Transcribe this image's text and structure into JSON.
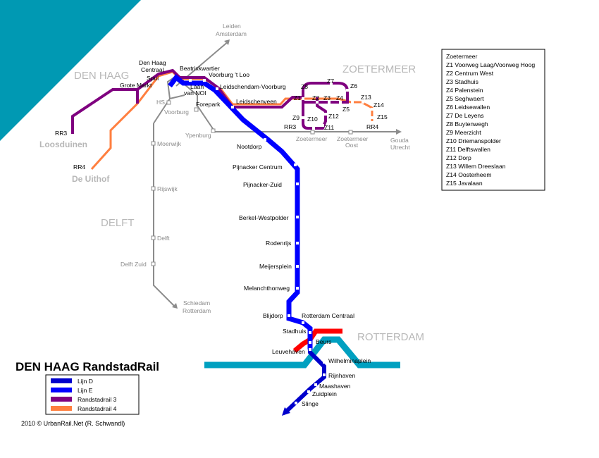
{
  "title": "DEN HAAG RandstadRail",
  "credit": "2010 © UrbanRail.Net (R. Schwandl)",
  "cities": {
    "den_haag": "DEN HAAG",
    "zoetermeer": "ZOETERMEER",
    "delft": "DELFT",
    "rotterdam": "ROTTERDAM"
  },
  "places": {
    "loosduinen": "Loosduinen",
    "de_uithof": "De Uithof"
  },
  "legend": [
    {
      "label": "Lijn D",
      "color": "#0000cc"
    },
    {
      "label": "Lijn E",
      "color": "#0000ff"
    },
    {
      "label": "Randstadrail 3",
      "color": "#7f007f"
    },
    {
      "label": "Randstadrail 4",
      "color": "#ff7f3f"
    }
  ],
  "zoetermeer_stops": [
    "Zoetermeer",
    "Z1 Voorweg Laag/Voorweg Hoog",
    "Z2 Centrum West",
    "Z3 Stadhuis",
    "Z4 Palenstein",
    "Z5 Seghwaert",
    "Z6 Leidsewallen",
    "Z7 De Leyens",
    "Z8 Buytenwegh",
    "Z9 Meerzicht",
    "Z10 Driemanspolder",
    "Z11 Delftswallen",
    "Z12 Dorp",
    "Z13 Willem Dreeslaan",
    "Z14 Oosterheem",
    "Z15 Javalaan"
  ],
  "stations": {
    "den_haag_centraal": [
      "Den Haag",
      "Centraal"
    ],
    "spui": "Spui",
    "grote_markt": "Grote Markt",
    "beatrixkwartier": "Beatrixkwartier",
    "laan_van_noi": [
      "Laan",
      "van NOI"
    ],
    "voorburg_t_loo": "Voorburg 't Loo",
    "leidschendam_voorburg": "Leidschendam-Voorburg",
    "forepark": "Forepark",
    "leidschenveen": "Leidschenveen",
    "nootdorp": "Nootdorp",
    "pijnacker_centrum": "Pijnacker Centrum",
    "pijnacker_zuid": "Pijnacker-Zuid",
    "berkel_westpolder": "Berkel-Westpolder",
    "rodenrijs": "Rodenrijs",
    "meijersplein": "Meijersplein",
    "melanchthonweg": "Melanchthonweg",
    "blijdorp": "Blijdorp",
    "rotterdam_centraal": "Rotterdam Centraal",
    "stadhuis": "Stadhuis",
    "beurs": "Beurs",
    "leuvehaven": "Leuvehaven",
    "wilhelminaplein": "Wilhelminaplein",
    "rijnhaven": "Rijnhaven",
    "maashaven": "Maashaven",
    "zuidplein": "Zuidplein",
    "slinge": "Slinge",
    "rr3": "RR3",
    "rr4": "RR4",
    "rr3_z": "RR3",
    "rr4_z": "RR4",
    "z1": "Z1",
    "z2": "Z2",
    "z3": "Z3",
    "z4": "Z4",
    "z5": "Z5",
    "z6": "Z6",
    "z7": "Z7",
    "z8": "Z8",
    "z9": "Z9",
    "z10": "Z10",
    "z11": "Z11",
    "z12": "Z12",
    "z13": "Z13",
    "z14": "Z14",
    "z15": "Z15"
  },
  "rail_stations": {
    "hs": "HS",
    "voorburg": "Voorburg",
    "ypenburg": "Ypenburg",
    "moerwijk": "Moerwijk",
    "rijswijk": "Rijswijk",
    "delft": "Delft",
    "delft_zuid": "Delft Zuid",
    "zoetermeer": "Zoetermeer",
    "zoetermeer_oost": [
      "Zoetermeer",
      "Oost"
    ],
    "leiden": [
      "Leiden",
      "Amsterdam"
    ],
    "gouda": [
      "Gouda",
      "Utrecht"
    ],
    "schiedam": [
      "Schiedam",
      "Rotterdam"
    ]
  }
}
